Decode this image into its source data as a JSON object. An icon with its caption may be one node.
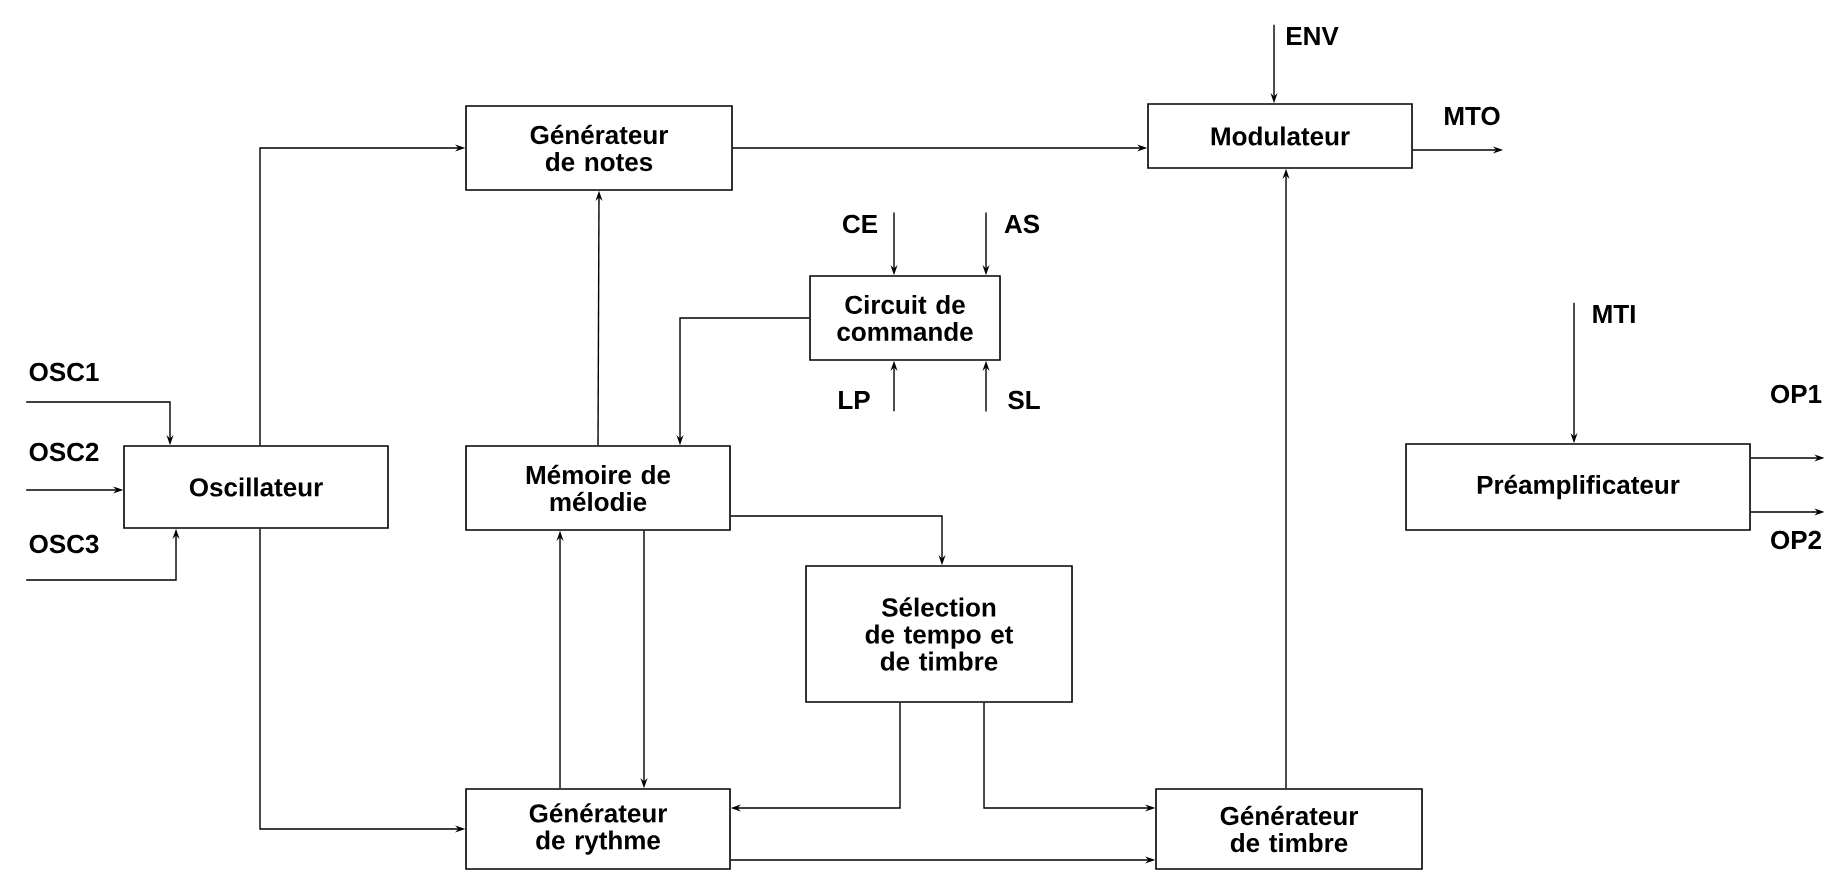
{
  "diagram": {
    "nodes": [
      {
        "text": [
          "Générateur de notes"
        ]
      },
      {
        "text": [
          "Modulateur"
        ]
      },
      {
        "text": [
          "Circuit de commande"
        ]
      },
      {
        "text": [
          "Oscillateur"
        ]
      },
      {
        "text": [
          "Mémoire de mélodie"
        ]
      },
      {
        "text": [
          "Préamplificateur"
        ]
      },
      {
        "text": [
          "Sélection de tempo et de timbre"
        ]
      },
      {
        "text": [
          "Générateur de rythme"
        ]
      },
      {
        "text": [
          "Générateur de timbre"
        ]
      },
      {
        "text": [
          "ENV"
        ]
      },
      {
        "text": [
          "MTO"
        ]
      },
      {
        "text": [
          "CE"
        ]
      },
      {
        "text": [
          "AS"
        ]
      },
      {
        "text": [
          "LP"
        ]
      },
      {
        "text": [
          "SL"
        ]
      },
      {
        "text": [
          "MTI"
        ]
      },
      {
        "text": [
          "OP1"
        ]
      },
      {
        "text": [
          "OP2"
        ]
      },
      {
        "text": [
          "OSC1"
        ]
      },
      {
        "text": [
          "OSC2"
        ]
      },
      {
        "text": [
          "OSC3"
        ]
      }
    ],
    "edges": [
      {
        "from": 3,
        "to": 0,
        "arrow": "to"
      },
      {
        "from": 3,
        "to": 7,
        "arrow": "to"
      },
      {
        "from": 4,
        "to": 0,
        "arrow": "to"
      },
      {
        "from": 0,
        "to": 1,
        "arrow": "to"
      },
      {
        "from": 2,
        "to": 4,
        "arrow": "to"
      },
      {
        "from": 4,
        "to": 6,
        "arrow": "to"
      },
      {
        "from": 4,
        "to": 7,
        "arrow": "to"
      },
      {
        "from": 7,
        "to": 4,
        "arrow": "to"
      },
      {
        "from": 6,
        "to": 7,
        "arrow": "to"
      },
      {
        "from": 6,
        "to": 8,
        "arrow": "to"
      },
      {
        "from": 7,
        "to": 8,
        "arrow": "to"
      },
      {
        "from": 8,
        "to": 1,
        "arrow": "to"
      },
      {
        "from": 9,
        "to": 1,
        "arrow": "to"
      },
      {
        "from": 1,
        "to": 10,
        "arrow": "to"
      },
      {
        "from": 11,
        "to": 2,
        "arrow": "to"
      },
      {
        "from": 12,
        "to": 2,
        "arrow": "to"
      },
      {
        "from": 13,
        "to": 2,
        "arrow": "to"
      },
      {
        "from": 14,
        "to": 2,
        "arrow": "to"
      },
      {
        "from": 15,
        "to": 5,
        "arrow": "to"
      },
      {
        "from": 5,
        "to": 16,
        "arrow": "to"
      },
      {
        "from": 5,
        "to": 17,
        "arrow": "to"
      },
      {
        "from": 18,
        "to": 3,
        "arrow": "to"
      },
      {
        "from": 19,
        "to": 3,
        "arrow": "to"
      },
      {
        "from": 20,
        "to": 3,
        "arrow": "to"
      }
    ]
  }
}
